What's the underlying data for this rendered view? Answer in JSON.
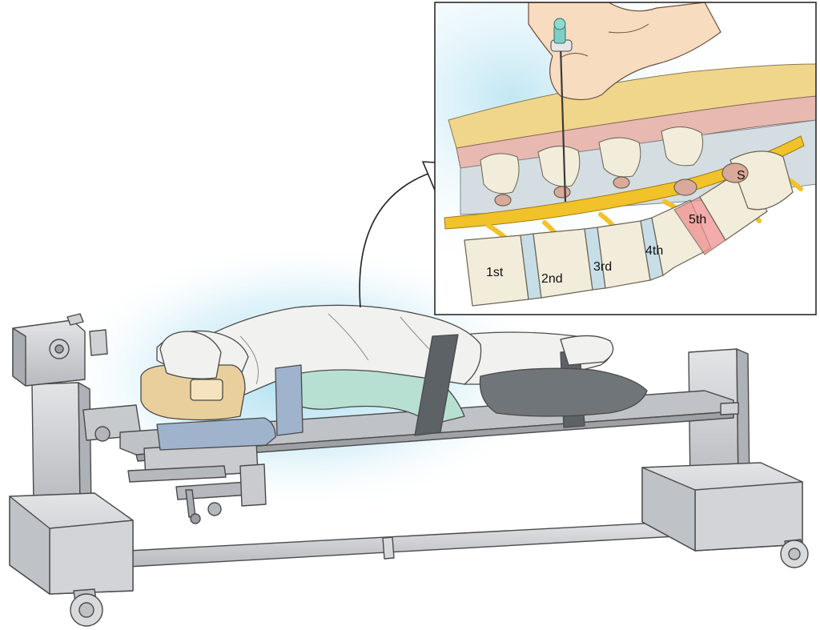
{
  "inset": {
    "vertebra_labels": {
      "first": "1st",
      "second": "2nd",
      "third": "3rd",
      "fourth": "4th",
      "fifth": "5th",
      "sacrum": "S"
    }
  },
  "colors": {
    "glow": "#8fd3ea",
    "frame_metal": "#c9cbce",
    "frame_stroke": "#4a4a4a",
    "patient_gown": "#f1f2f0",
    "drape_green": "#b8e0d2",
    "skin_head": "#e9cf9b",
    "pad_blue": "#9fb3cc",
    "pillow_dark": "#707579",
    "fat_layer": "#f0d68a",
    "muscle_layer": "#e8b9b0",
    "vertebra_bone": "#f2ecdb",
    "nerve_yellow": "#f1c22a",
    "disc_blue": "#c7dde8",
    "highlight_red": "#ef8f8f",
    "needle": "#3a3a3a"
  }
}
